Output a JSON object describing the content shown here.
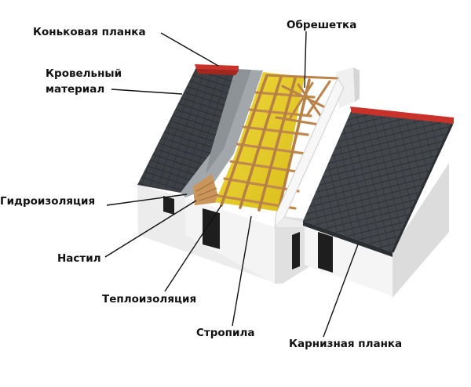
{
  "labels": {
    "ridge": "Коньковая планка",
    "roofing_1": "Кровельный",
    "roofing_2": "материал",
    "lathing": "Обрешетка",
    "waterproofing": "Гидроизоляция",
    "decking": "Настил",
    "insulation": "Теплоизоляция",
    "rafters": "Стропила",
    "eave": "Карнизная планка"
  },
  "colors": {
    "shingle": "#3d4146",
    "shingle_light": "#565b61",
    "ridge_cap": "#c8322a",
    "wall": "#f2f2f2",
    "wall_shade": "#d9d9d9",
    "insulation": "#e8cf2a",
    "wood": "#c9955a",
    "membrane": "#9a9fa4",
    "window": "#1e1e1e"
  }
}
